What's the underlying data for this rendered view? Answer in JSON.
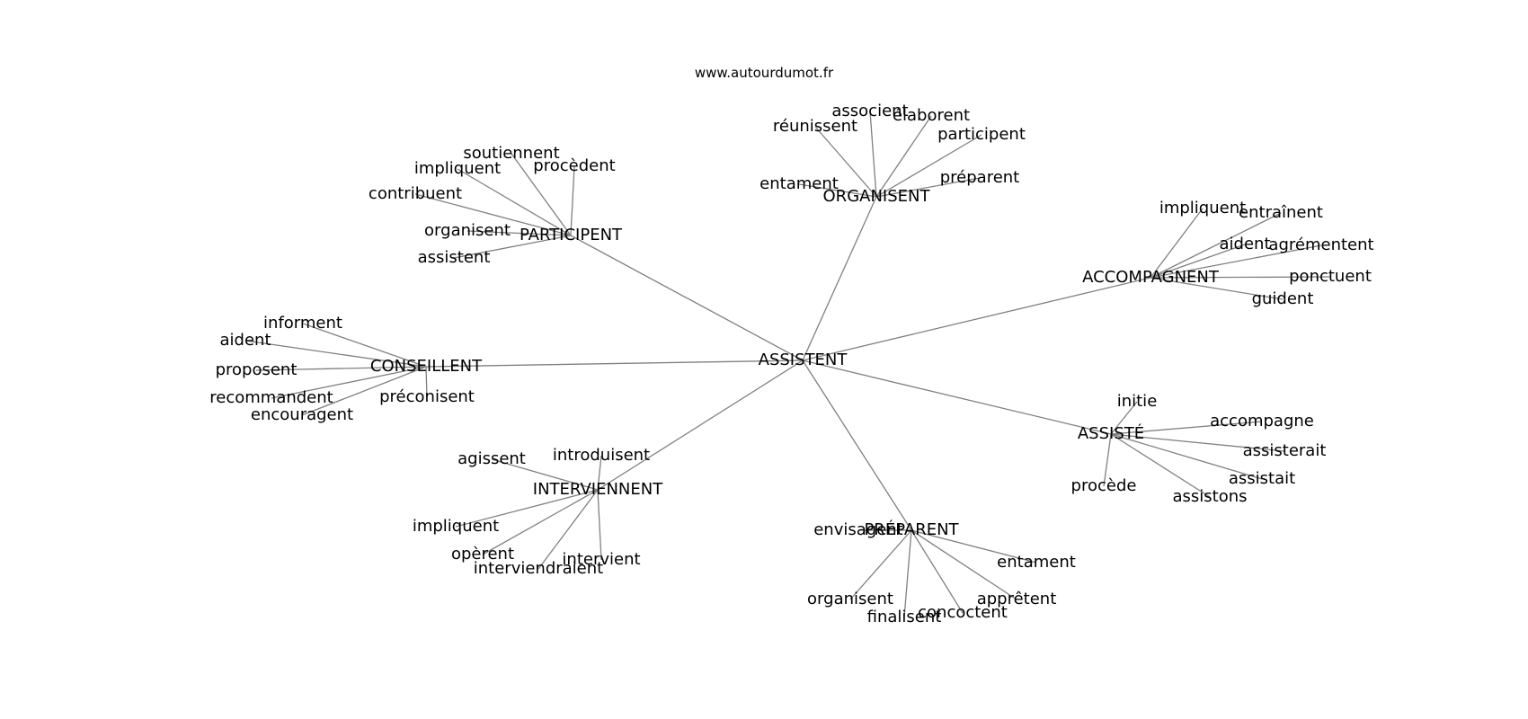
{
  "source_label": "www.autourdumot.fr",
  "center": "ASSISTENT",
  "clusters": [
    {
      "hub": "PARTICIPENT",
      "words": [
        "soutiennent",
        "impliquent",
        "procèdent",
        "contribuent",
        "organisent",
        "assistent"
      ]
    },
    {
      "hub": "ORGANISENT",
      "words": [
        "associent",
        "réunissent",
        "élaborent",
        "participent",
        "entament",
        "préparent"
      ]
    },
    {
      "hub": "ACCOMPAGNENT",
      "words": [
        "impliquent",
        "entraînent",
        "aident",
        "agrémentent",
        "ponctuent",
        "guident"
      ]
    },
    {
      "hub": "CONSEILLENT",
      "words": [
        "informent",
        "aident",
        "proposent",
        "recommandent",
        "encouragent",
        "préconisent"
      ]
    },
    {
      "hub": "ASSISTÉ",
      "words": [
        "initie",
        "accompagne",
        "assisterait",
        "assistait",
        "assistons",
        "procède"
      ]
    },
    {
      "hub": "INTERVIENNENT",
      "words": [
        "agissent",
        "introduisent",
        "impliquent",
        "opèrent",
        "interviendraient",
        "intervient"
      ]
    },
    {
      "hub": "PRÉPARENT",
      "words": [
        "envisagent",
        "entament",
        "organisent",
        "apprêtent",
        "finalisent",
        "concoctent"
      ]
    }
  ]
}
